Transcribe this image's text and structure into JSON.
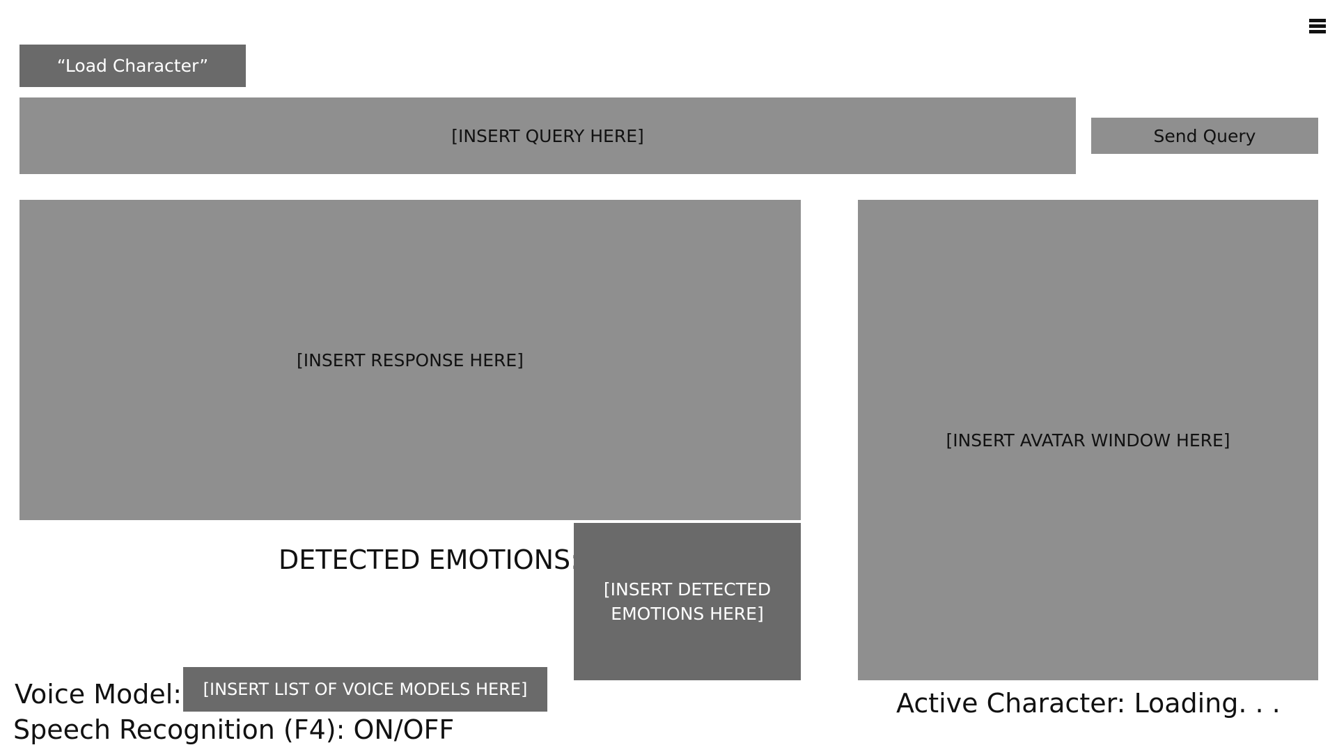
{
  "header": {
    "menu_icon": "hamburger-menu-icon"
  },
  "toolbar": {
    "load_character_label": "“Load Character”"
  },
  "query": {
    "placeholder": "[INSERT QUERY HERE]",
    "send_label": "Send Query"
  },
  "response": {
    "text": "[INSERT RESPONSE HERE]"
  },
  "avatar": {
    "text": "[INSERT AVATAR WINDOW HERE]"
  },
  "emotions": {
    "label": "DETECTED EMOTIONS:",
    "value": "[INSERT DETECTED EMOTIONS HERE]"
  },
  "voice": {
    "label": "Voice Model:",
    "selected": "[INSERT LIST OF VOICE MODELS HERE]"
  },
  "speech": {
    "label": "Speech Recognition (F4): ON/OFF"
  },
  "status": {
    "active_character": "Active Character: Loading. . ."
  },
  "colors": {
    "panel_light": "#8f8f8f",
    "panel_dark": "#6a6a6a",
    "background": "#ffffff"
  }
}
